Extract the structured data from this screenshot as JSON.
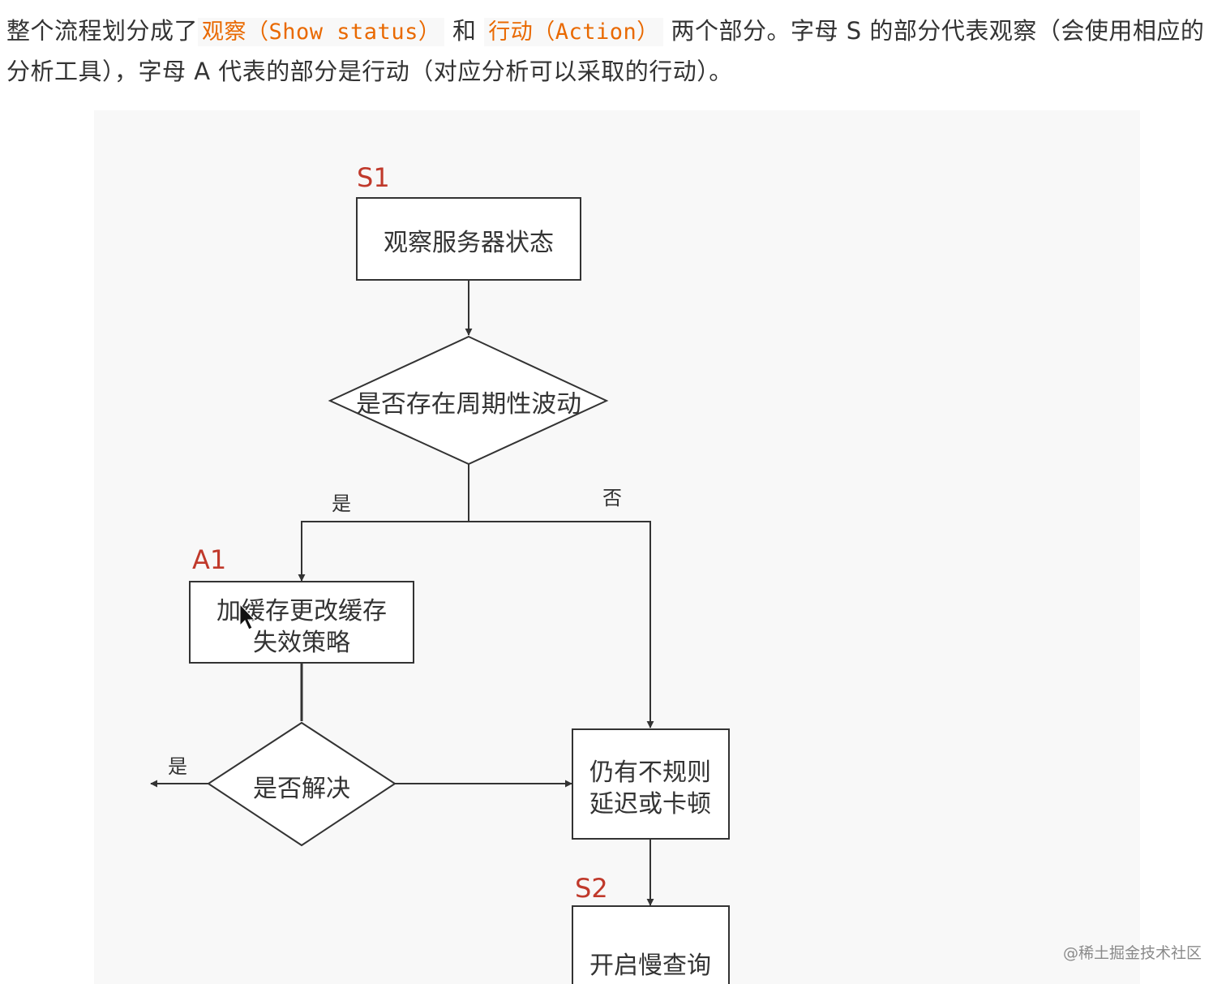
{
  "intro": {
    "p1": "整个流程划分成了",
    "code1": "观察（Show status）",
    "p2": " 和 ",
    "code2": "行动（Action）",
    "p3": " 两个部分。字母 S 的部分代表观察（会使用相应的分析工具），字母 A 代表的部分是行动（对应分析可以采取的行动）。"
  },
  "flow": {
    "tags": {
      "s1": "S1",
      "a1": "A1",
      "s2": "S2"
    },
    "nodes": {
      "observe_status": "观察服务器状态",
      "periodic_check": "是否存在周期性波动",
      "cache_line1": "加缓存更改缓存",
      "cache_line2": "失效策略",
      "resolved_check": "是否解决",
      "irregular_line1": "仍有不规则",
      "irregular_line2": "延迟或卡顿",
      "slow_query": "开启慢查询"
    },
    "edges": {
      "yes_periodic": "是",
      "no_periodic": "否",
      "yes_resolved": "是"
    }
  },
  "colors": {
    "tag": "#c0392b",
    "code": "#e96900",
    "stroke": "#333333",
    "panel": "#f8f8f8"
  },
  "watermark": "@稀土掘金技术社区"
}
